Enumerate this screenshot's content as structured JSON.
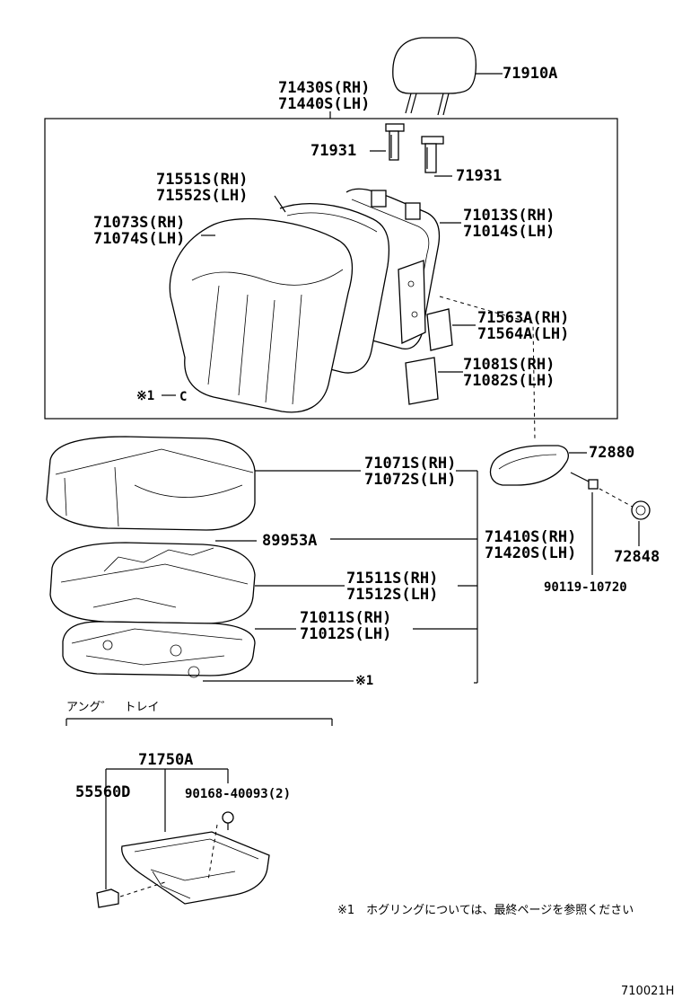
{
  "diagram": {
    "image_code": "710021H",
    "note": "※1　ホグリングについては、最終ページを参照ください",
    "tray_section_label": "アング゛　トレイ",
    "hog_ring_mark": "※1",
    "hog_ring_symbol": "C",
    "labels": {
      "p71910A": "71910A",
      "p71430S": "71430S(RH)",
      "p71440S": "71440S(LH)",
      "p71931a": "71931",
      "p71931b": "71931",
      "p71551S": "71551S(RH)",
      "p71552S": "71552S(LH)",
      "p71073S": "71073S(RH)",
      "p71074S": "71074S(LH)",
      "p71013S": "71013S(RH)",
      "p71014S": "71014S(LH)",
      "p71563A": "71563A(RH)",
      "p71564A": "71564A(LH)",
      "p71081S": "71081S(RH)",
      "p71082S": "71082S(LH)",
      "p72880": "72880",
      "p71071S": "71071S(RH)",
      "p71072S": "71072S(LH)",
      "p89953A": "89953A",
      "p71410S": "71410S(RH)",
      "p71420S": "71420S(LH)",
      "p72848": "72848",
      "p71511S": "71511S(RH)",
      "p71512S": "71512S(LH)",
      "p90119": "90119-10720",
      "p71011S": "71011S(RH)",
      "p71012S": "71012S(LH)",
      "p71750A": "71750A",
      "p55560D": "55560D",
      "p90168": "90168-40093(2)"
    }
  }
}
